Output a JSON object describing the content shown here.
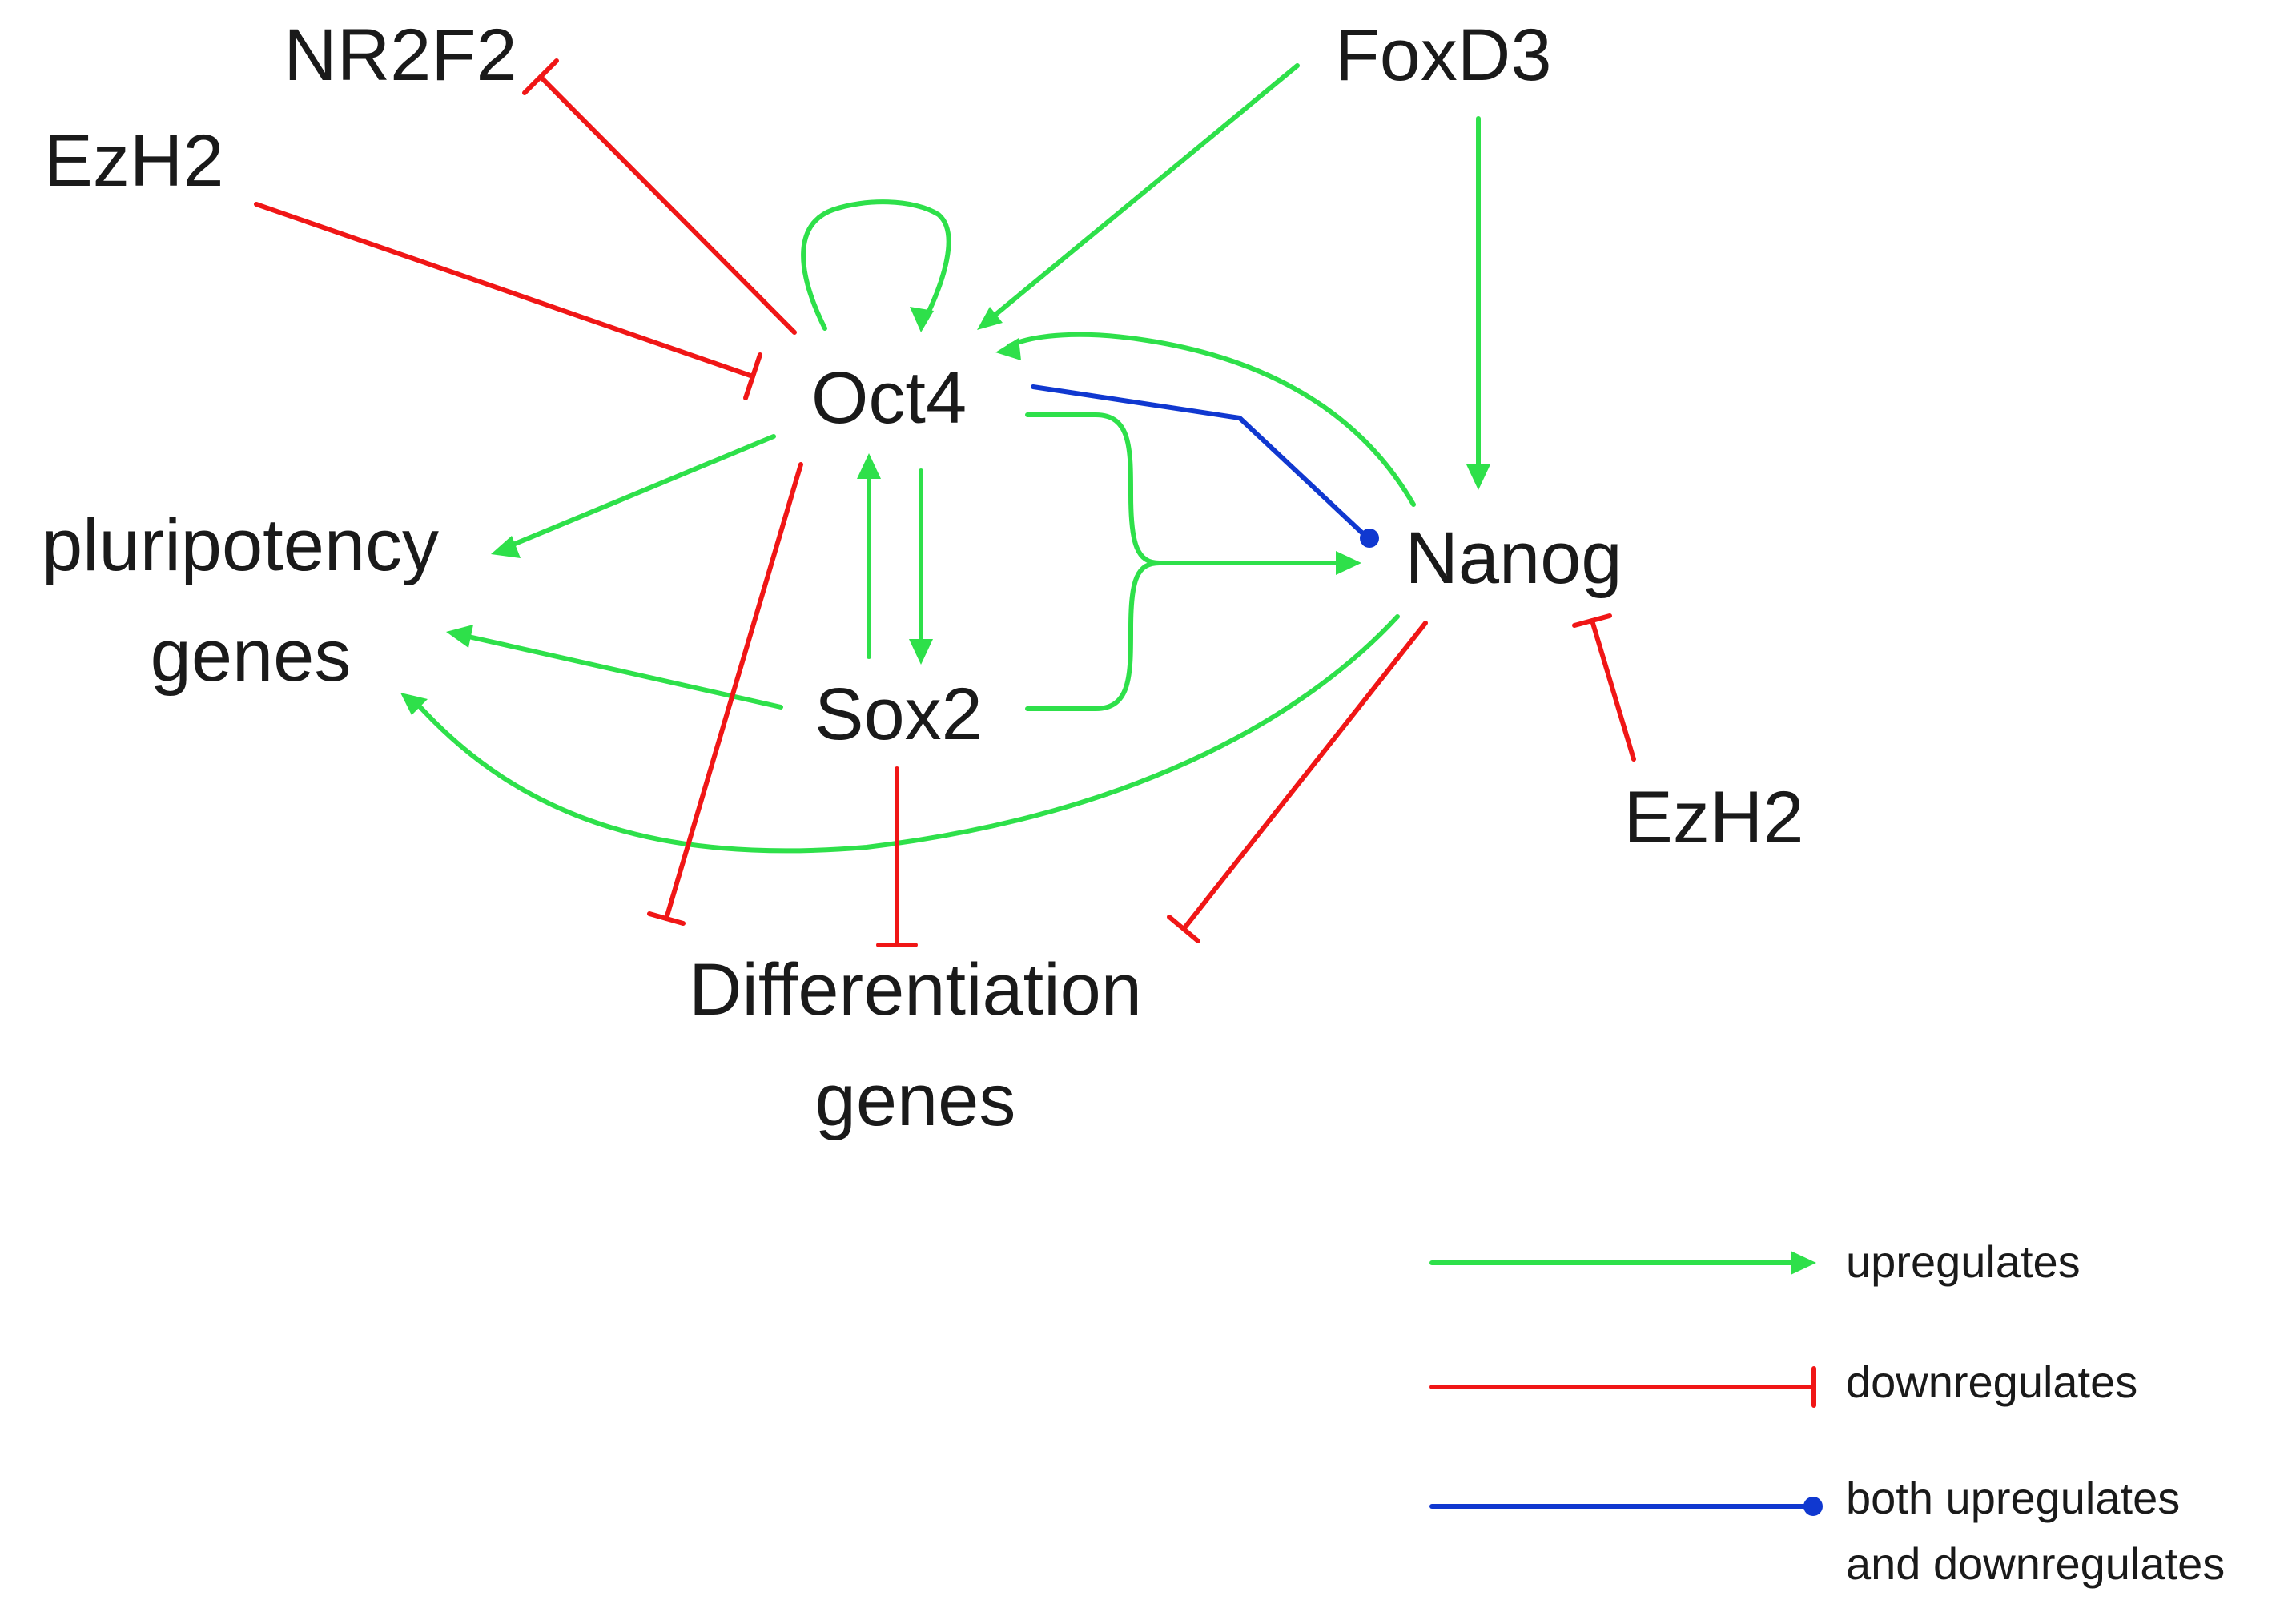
{
  "colors": {
    "upregulates": "#2ee04a",
    "downregulates": "#f01616",
    "both": "#1038d0",
    "text": "#1a1a1a"
  },
  "nodes": {
    "nr2f2": "NR2F2",
    "ezh2_top": "EzH2",
    "foxd3": "FoxD3",
    "oct4": "Oct4",
    "nanog": "Nanog",
    "pluripotency_line1": "pluripotency",
    "pluripotency_line2": "genes",
    "sox2": "Sox2",
    "ezh2_right": "EzH2",
    "differentiation_line1": "Differentiation",
    "differentiation_line2": "genes"
  },
  "legend": {
    "upregulates": "upregulates",
    "downregulates": "downregulates",
    "both_line1": "both upregulates",
    "both_line2": "and downregulates"
  }
}
